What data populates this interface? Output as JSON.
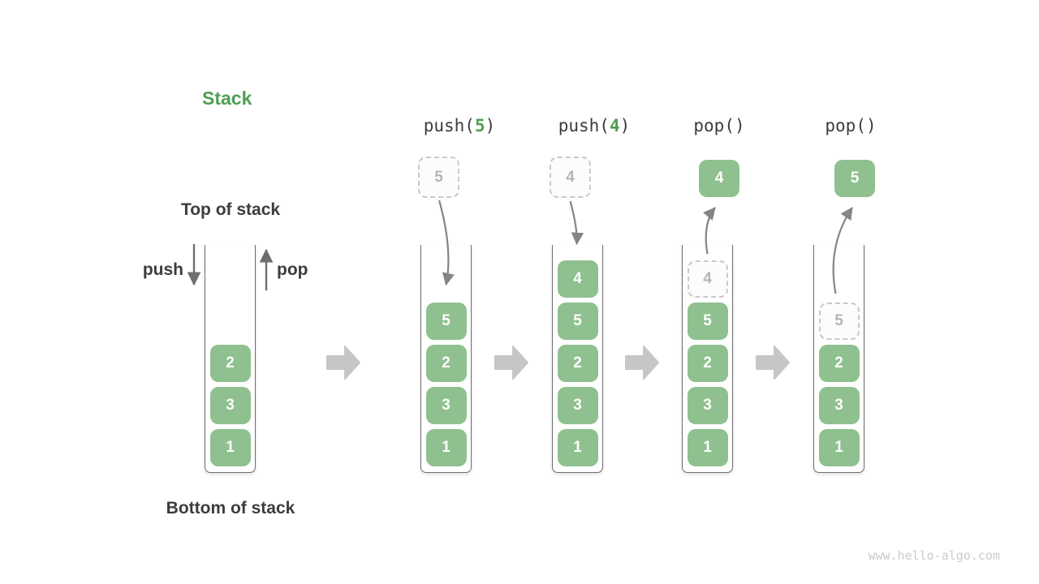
{
  "title": "Stack",
  "side_labels": {
    "top": "Top of stack",
    "bottom": "Bottom of stack",
    "push": "push",
    "pop": "pop"
  },
  "columns": [
    {
      "name": "initial",
      "cells": [
        {
          "v": "2"
        },
        {
          "v": "3"
        },
        {
          "v": "1"
        }
      ]
    },
    {
      "name": "after-push-5",
      "op": {
        "prefix": "push(",
        "arg": "5",
        "suffix": ")"
      },
      "floating": {
        "v": "5",
        "kind": "ghost"
      },
      "cells": [
        {
          "v": "5"
        },
        {
          "v": "2"
        },
        {
          "v": "3"
        },
        {
          "v": "1"
        }
      ]
    },
    {
      "name": "after-push-4",
      "op": {
        "prefix": "push(",
        "arg": "4",
        "suffix": ")"
      },
      "floating": {
        "v": "4",
        "kind": "ghost"
      },
      "cells": [
        {
          "v": "4"
        },
        {
          "v": "5"
        },
        {
          "v": "2"
        },
        {
          "v": "3"
        },
        {
          "v": "1"
        }
      ]
    },
    {
      "name": "after-pop-4",
      "op": {
        "prefix": "pop()",
        "arg": "",
        "suffix": ""
      },
      "floating": {
        "v": "4",
        "kind": "solid"
      },
      "cells": [
        {
          "v": "4",
          "ghost": true
        },
        {
          "v": "5"
        },
        {
          "v": "2"
        },
        {
          "v": "3"
        },
        {
          "v": "1"
        }
      ]
    },
    {
      "name": "after-pop-5",
      "op": {
        "prefix": "pop()",
        "arg": "",
        "suffix": ""
      },
      "floating": {
        "v": "5",
        "kind": "solid"
      },
      "cells": [
        {
          "v": "5",
          "ghost": true
        },
        {
          "v": "2"
        },
        {
          "v": "3"
        },
        {
          "v": "1"
        }
      ]
    }
  ],
  "watermark": "www.hello-algo.com",
  "colors": {
    "accent_green": "#4f9e53",
    "box_green": "#8fc08f",
    "text_dark": "#3c3c3c",
    "wall_gray": "#6e6e6e",
    "arrow_gray": "#858585",
    "block_arrow_gray": "#c6c6c6",
    "ghost_border": "#c9c9c9",
    "ghost_text": "#b5b5b5",
    "watermark_gray": "#cbcbcb"
  }
}
